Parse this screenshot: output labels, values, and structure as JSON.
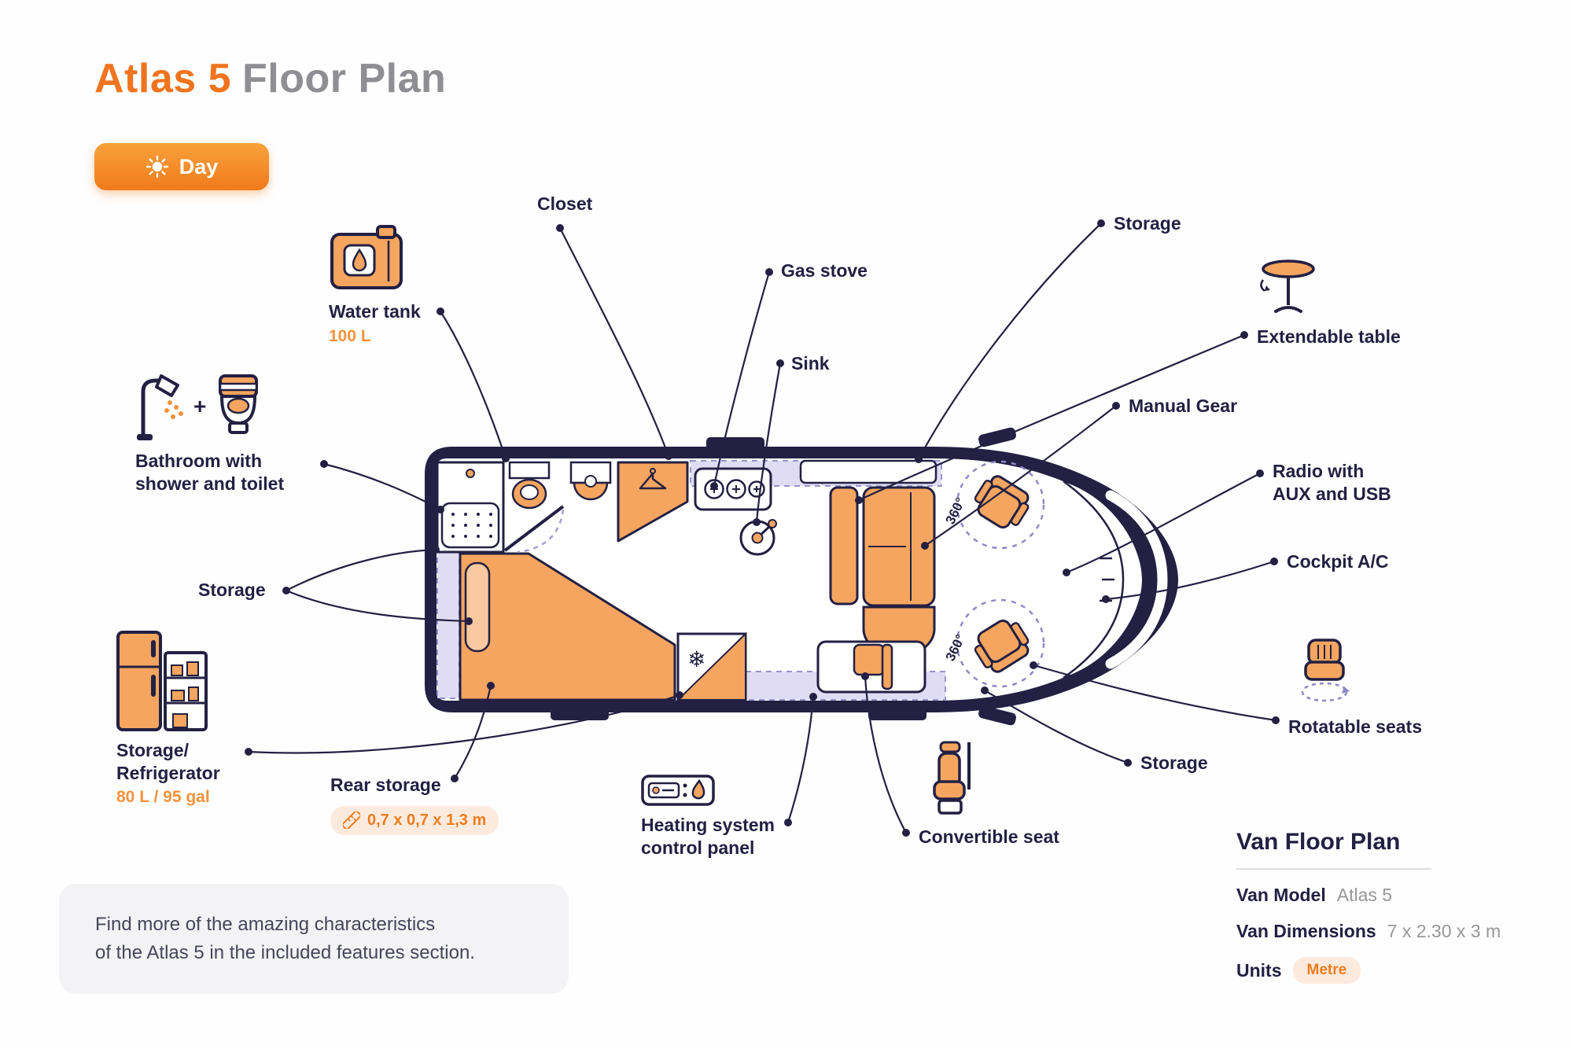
{
  "page": {
    "title_accent": "Atlas 5",
    "title_rest": "Floor Plan",
    "day_toggle": "Day"
  },
  "van": {
    "seat_rotation": "360°",
    "snowflake": "❄"
  },
  "callouts": {
    "water_tank": {
      "label": "Water tank",
      "value": "100 L"
    },
    "bathroom": {
      "label": "Bathroom with\nshower and toilet",
      "plus": "+"
    },
    "storage_left": {
      "label": "Storage"
    },
    "storage_refrigerator": {
      "label": "Storage/\nRefrigerator",
      "value": "80 L / 95 gal"
    },
    "rear_storage": {
      "label": "Rear storage",
      "dimensions": "0,7 x 0,7 x 1,3 m"
    },
    "closet": {
      "label": "Closet"
    },
    "gas_stove": {
      "label": "Gas stove"
    },
    "sink": {
      "label": "Sink"
    },
    "storage_top": {
      "label": "Storage"
    },
    "extendable_table": {
      "label": "Extendable table"
    },
    "manual_gear": {
      "label": "Manual Gear"
    },
    "radio": {
      "label": "Radio with\nAUX and USB"
    },
    "cockpit_ac": {
      "label": "Cockpit A/C"
    },
    "rotatable_seats": {
      "label": "Rotatable seats"
    },
    "storage_bottom": {
      "label": "Storage"
    },
    "convertible_seat": {
      "label": "Convertible seat"
    },
    "heating": {
      "label": "Heating system\ncontrol panel"
    }
  },
  "note": "Find more of the amazing characteristics\nof the Atlas 5 in the included features section.",
  "info_panel": {
    "title": "Van Floor Plan",
    "rows": [
      {
        "label": "Van Model",
        "value": "Atlas 5"
      },
      {
        "label": "Van Dimensions",
        "value": "7 x 2.30 x 3 m"
      },
      {
        "label": "Units",
        "value": "Metre"
      }
    ]
  }
}
